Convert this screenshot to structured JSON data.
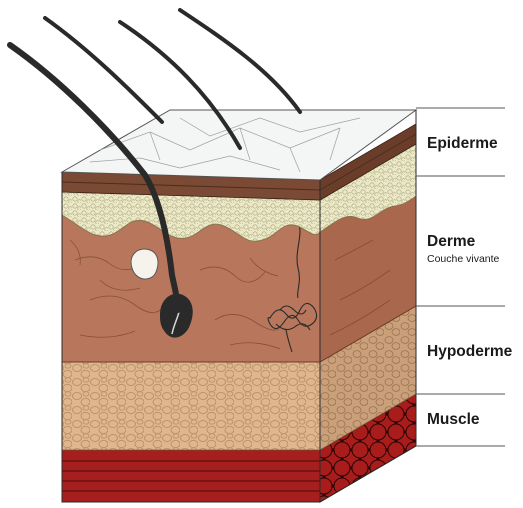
{
  "diagram": {
    "labels": [
      {
        "id": "epiderme",
        "title": "Epiderme",
        "subtitle": ""
      },
      {
        "id": "derme",
        "title": "Derme",
        "subtitle": "Couche vivante"
      },
      {
        "id": "hypoderme",
        "title": "Hypoderme",
        "subtitle": ""
      },
      {
        "id": "muscle",
        "title": "Muscle",
        "subtitle": ""
      }
    ],
    "colors": {
      "epidermis_top": "#f4f6f6",
      "stratum": "#7a4a34",
      "papillary": "#e6e2c0",
      "dermis": "#b8775c",
      "dermis_side": "#a9684d",
      "hypodermis": "#dfb78e",
      "hypodermis_side": "#c9a07a",
      "muscle": "#a51f1f",
      "muscle_side": "#7e1212",
      "hair": "#2a2a2a",
      "line": "#2b2b2b"
    }
  }
}
